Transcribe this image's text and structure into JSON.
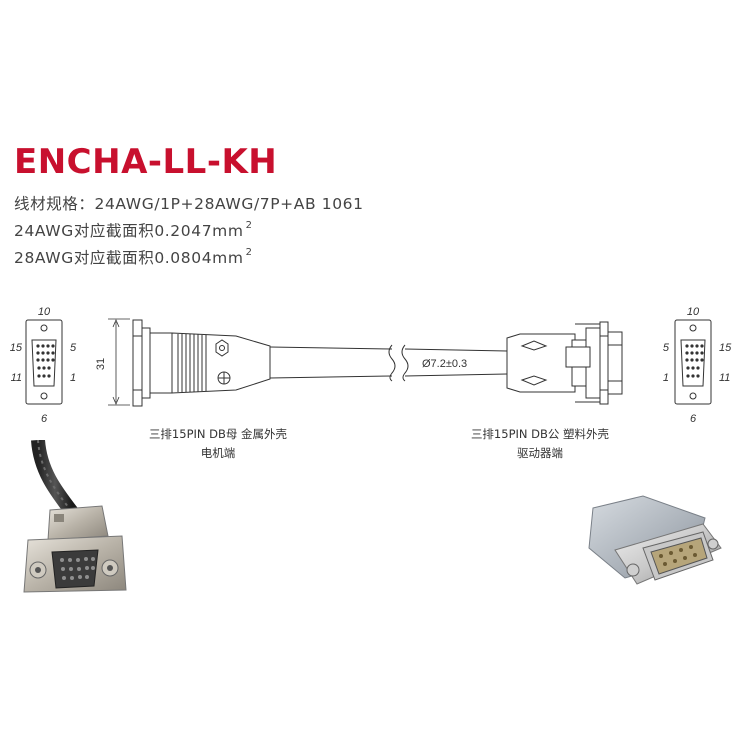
{
  "title": "ENCHA-LL-KH",
  "specs": {
    "line1": "线材规格：24AWG/1P+28AWG/7P+AB 1061",
    "line2": "24AWG对应截面积0.2047mm",
    "line2_sup": "2",
    "line3": "28AWG对应截面积0.0804mm",
    "line3_sup": "2"
  },
  "left_pinout": {
    "top": "10",
    "upper_left": "15",
    "upper_right": "5",
    "lower_left": "11",
    "lower_right": "1",
    "bottom": "6"
  },
  "right_pinout": {
    "top": "10",
    "upper_left": "5",
    "upper_right": "15",
    "lower_left": "1",
    "lower_right": "11",
    "bottom": "6"
  },
  "dimension_height": "31",
  "cable_diameter": "Ø7.2±0.3",
  "left_label": {
    "line1": "三排15PIN DB母   金属外壳",
    "line2": "电机端"
  },
  "right_label": {
    "line1": "三排15PIN DB公   塑料外壳",
    "line2": "驱动器端"
  },
  "colors": {
    "title": "#c8102e",
    "line": "#333333"
  }
}
